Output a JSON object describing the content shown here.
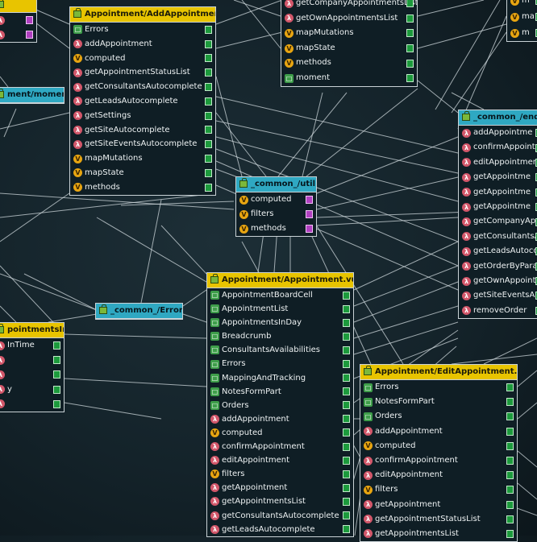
{
  "nodes": [
    {
      "id": "n_topleft",
      "title": "",
      "kind": "vue",
      "rows": [
        {
          "label": "",
          "icon": "lambda-icon",
          "port": "magenta"
        },
        {
          "label": "",
          "icon": "lambda-icon",
          "port": "magenta"
        }
      ]
    },
    {
      "id": "n_add",
      "title": "Appointment/AddAppointment.vue",
      "kind": "vue",
      "rows": [
        {
          "label": "Errors",
          "icon": "import-icon",
          "port": "green"
        },
        {
          "label": "addAppointment",
          "icon": "lambda-icon",
          "port": "green"
        },
        {
          "label": "computed",
          "icon": "variable-icon",
          "port": "green"
        },
        {
          "label": "getAppointmentStatusList",
          "icon": "lambda-icon",
          "port": "green"
        },
        {
          "label": "getConsultantsAutocomplete",
          "icon": "lambda-icon",
          "port": "green"
        },
        {
          "label": "getLeadsAutocomplete",
          "icon": "lambda-icon",
          "port": "green"
        },
        {
          "label": "getSettings",
          "icon": "lambda-icon",
          "port": "green"
        },
        {
          "label": "getSiteAutocomplete",
          "icon": "lambda-icon",
          "port": "green"
        },
        {
          "label": "getSiteEventsAutocomplete",
          "icon": "lambda-icon",
          "port": "green"
        },
        {
          "label": "mapMutations",
          "icon": "variable-icon",
          "port": "green"
        },
        {
          "label": "mapState",
          "icon": "variable-icon",
          "port": "green"
        },
        {
          "label": "methods",
          "icon": "variable-icon",
          "port": "green"
        }
      ]
    },
    {
      "id": "n_topmid",
      "title": "",
      "kind": "vue",
      "rows": [
        {
          "label": "getCompanyAppointmentsList",
          "icon": "lambda-icon",
          "port": "green"
        },
        {
          "label": "getOwnAppointmentsList",
          "icon": "lambda-icon",
          "port": "green"
        },
        {
          "label": "mapMutations",
          "icon": "variable-icon",
          "port": "green"
        },
        {
          "label": "mapState",
          "icon": "variable-icon",
          "port": "green"
        },
        {
          "label": "methods",
          "icon": "variable-icon",
          "port": "green"
        },
        {
          "label": "moment",
          "icon": "import-icon",
          "port": "green"
        }
      ]
    },
    {
      "id": "n_topright",
      "title": "",
      "kind": "vue",
      "rows": [
        {
          "label": "m",
          "icon": "variable-icon",
          "port": "green"
        },
        {
          "label": "ma",
          "icon": "variable-icon",
          "port": "green"
        },
        {
          "label": "m",
          "icon": "variable-icon",
          "port": "green"
        }
      ]
    },
    {
      "id": "n_moment",
      "title": "ment/moment.d.ts",
      "kind": "ts",
      "rows": []
    },
    {
      "id": "n_endpoints",
      "title": "_common_/end",
      "kind": "ts",
      "rows": [
        {
          "label": "addAppointme",
          "icon": "lambda-icon",
          "port": "green"
        },
        {
          "label": "confirmAppoint",
          "icon": "lambda-icon",
          "port": "green"
        },
        {
          "label": "editAppointmen",
          "icon": "lambda-icon",
          "port": "green"
        },
        {
          "label": "getAppointme",
          "icon": "lambda-icon",
          "port": "green"
        },
        {
          "label": "getAppointme",
          "icon": "lambda-icon",
          "port": "green"
        },
        {
          "label": "getAppointme",
          "icon": "lambda-icon",
          "port": "green"
        },
        {
          "label": "getCompanyApp",
          "icon": "lambda-icon",
          "port": "green"
        },
        {
          "label": "getConsultantsA",
          "icon": "lambda-icon",
          "port": "green"
        },
        {
          "label": "getLeadsAutoco",
          "icon": "lambda-icon",
          "port": "green"
        },
        {
          "label": "getOrderByPara",
          "icon": "lambda-icon",
          "port": "green"
        },
        {
          "label": "getOwnAppointm",
          "icon": "lambda-icon",
          "port": "green"
        },
        {
          "label": "getSiteEventsAu",
          "icon": "lambda-icon",
          "port": "green"
        },
        {
          "label": "removeOrder",
          "icon": "lambda-icon",
          "port": "green"
        }
      ]
    },
    {
      "id": "n_util",
      "title": "_common_/util.js",
      "kind": "ts",
      "rows": [
        {
          "label": "computed",
          "icon": "variable-icon",
          "port": "magenta"
        },
        {
          "label": "filters",
          "icon": "variable-icon",
          "port": "magenta"
        },
        {
          "label": "methods",
          "icon": "variable-icon",
          "port": "magenta"
        }
      ]
    },
    {
      "id": "n_errors",
      "title": "_common_/Errors.js",
      "kind": "ts",
      "rows": []
    },
    {
      "id": "n_inday",
      "title": "pointmentsInDay.vue",
      "kind": "vue",
      "rows": [
        {
          "label": "InTime",
          "icon": "lambda-icon",
          "port": "green"
        },
        {
          "label": "",
          "icon": "lambda-icon",
          "port": "green"
        },
        {
          "label": "",
          "icon": "lambda-icon",
          "port": "green"
        },
        {
          "label": "y",
          "icon": "lambda-icon",
          "port": "green"
        },
        {
          "label": "",
          "icon": "lambda-icon",
          "port": "green"
        }
      ]
    },
    {
      "id": "n_appointment",
      "title": "Appointment/Appointment.vue",
      "kind": "vue",
      "rows": [
        {
          "label": "AppointmentBoardCell",
          "icon": "import-icon",
          "port": "green"
        },
        {
          "label": "AppointmentList",
          "icon": "import-icon",
          "port": "green"
        },
        {
          "label": "AppointmentsInDay",
          "icon": "import-icon",
          "port": "green"
        },
        {
          "label": "Breadcrumb",
          "icon": "import-icon",
          "port": "green"
        },
        {
          "label": "ConsultantsAvailabilities",
          "icon": "import-icon",
          "port": "green"
        },
        {
          "label": "Errors",
          "icon": "import-icon",
          "port": "green"
        },
        {
          "label": "MappingAndTracking",
          "icon": "import-icon",
          "port": "green"
        },
        {
          "label": "NotesFormPart",
          "icon": "import-icon",
          "port": "green"
        },
        {
          "label": "Orders",
          "icon": "import-icon",
          "port": "green"
        },
        {
          "label": "addAppointment",
          "icon": "lambda-icon",
          "port": "green"
        },
        {
          "label": "computed",
          "icon": "variable-icon",
          "port": "green"
        },
        {
          "label": "confirmAppointment",
          "icon": "lambda-icon",
          "port": "green"
        },
        {
          "label": "editAppointment",
          "icon": "lambda-icon",
          "port": "green"
        },
        {
          "label": "filters",
          "icon": "variable-icon",
          "port": "green"
        },
        {
          "label": "getAppointment",
          "icon": "lambda-icon",
          "port": "green"
        },
        {
          "label": "getAppointmentsList",
          "icon": "lambda-icon",
          "port": "green"
        },
        {
          "label": "getConsultantsAutocomplete",
          "icon": "lambda-icon",
          "port": "green"
        },
        {
          "label": "getLeadsAutocomplete",
          "icon": "lambda-icon",
          "port": "green"
        }
      ]
    },
    {
      "id": "n_edit",
      "title": "Appointment/EditAppointment.vue",
      "kind": "vue",
      "rows": [
        {
          "label": "Errors",
          "icon": "import-icon",
          "port": "green"
        },
        {
          "label": "NotesFormPart",
          "icon": "import-icon",
          "port": "green"
        },
        {
          "label": "Orders",
          "icon": "import-icon",
          "port": "green"
        },
        {
          "label": "addAppointment",
          "icon": "lambda-icon",
          "port": "green"
        },
        {
          "label": "computed",
          "icon": "variable-icon",
          "port": "green"
        },
        {
          "label": "confirmAppointment",
          "icon": "lambda-icon",
          "port": "green"
        },
        {
          "label": "editAppointment",
          "icon": "lambda-icon",
          "port": "green"
        },
        {
          "label": "filters",
          "icon": "variable-icon",
          "port": "green"
        },
        {
          "label": "getAppointment",
          "icon": "lambda-icon",
          "port": "green"
        },
        {
          "label": "getAppointmentStatusList",
          "icon": "lambda-icon",
          "port": "green"
        },
        {
          "label": "getAppointmentsList",
          "icon": "lambda-icon",
          "port": "green"
        }
      ]
    }
  ],
  "colors": {
    "background": "#14232a",
    "vue_header": "#e8c400",
    "ts_header": "#2fa8c2",
    "edge": "#cfd8dc",
    "lambda": "#d2576a",
    "variable": "#e8a511",
    "import": "#3e9e4a"
  }
}
